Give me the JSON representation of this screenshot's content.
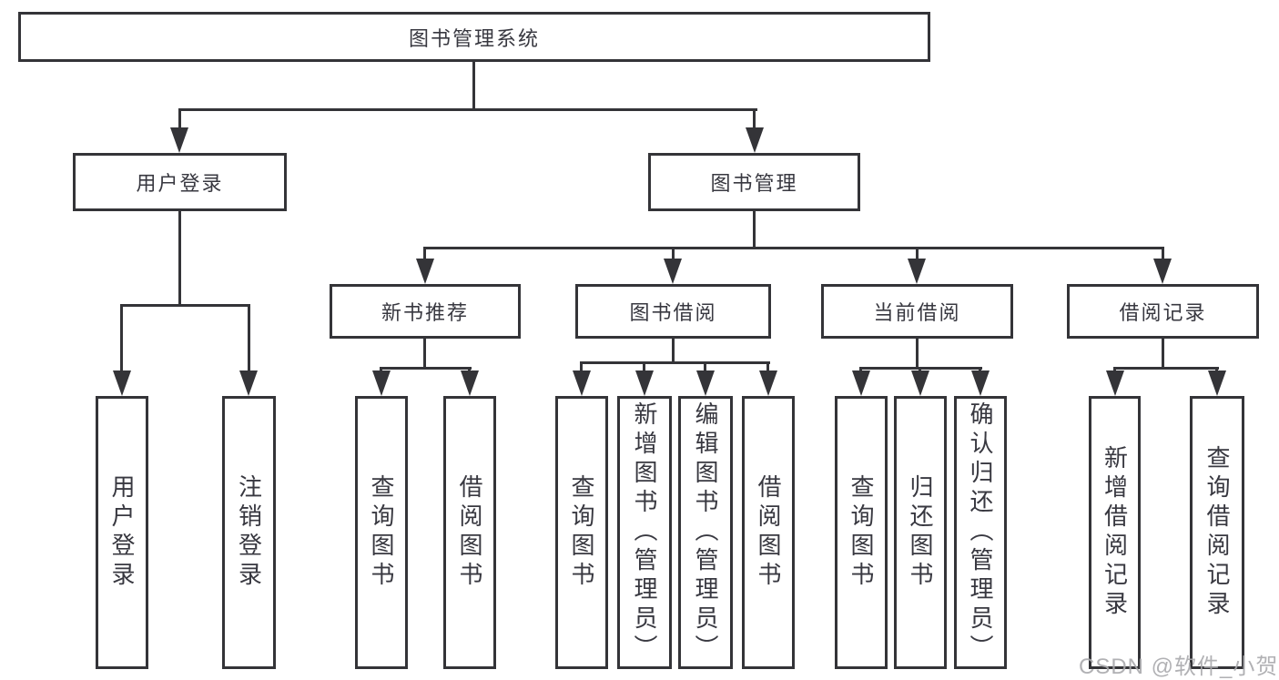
{
  "diagram": {
    "type": "hierarchy-tree",
    "root": {
      "label": "图书管理系统",
      "children": [
        {
          "label": "用户登录",
          "children": [
            {
              "label": "用户登录"
            },
            {
              "label": "注销登录"
            }
          ]
        },
        {
          "label": "图书管理",
          "children": [
            {
              "label": "新书推荐",
              "children": [
                {
                  "label": "查询图书"
                },
                {
                  "label": "借阅图书"
                }
              ]
            },
            {
              "label": "图书借阅",
              "children": [
                {
                  "label": "查询图书"
                },
                {
                  "label": "新增图书（管理员）"
                },
                {
                  "label": "编辑图书（管理员）"
                },
                {
                  "label": "借阅图书"
                }
              ]
            },
            {
              "label": "当前借阅",
              "children": [
                {
                  "label": "查询图书"
                },
                {
                  "label": "归还图书"
                },
                {
                  "label": "确认归还（管理员）"
                }
              ]
            },
            {
              "label": "借阅记录",
              "children": [
                {
                  "label": "新增借阅记录"
                },
                {
                  "label": "查询借阅记录"
                }
              ]
            }
          ]
        }
      ]
    }
  },
  "watermark": {
    "text": "CSDN @软件_小贺同学"
  },
  "colors": {
    "line": "#343438",
    "text": "#383840",
    "box_background": "#ffffff",
    "page_background": "#ffffff",
    "watermark": "#a8a8ac"
  }
}
